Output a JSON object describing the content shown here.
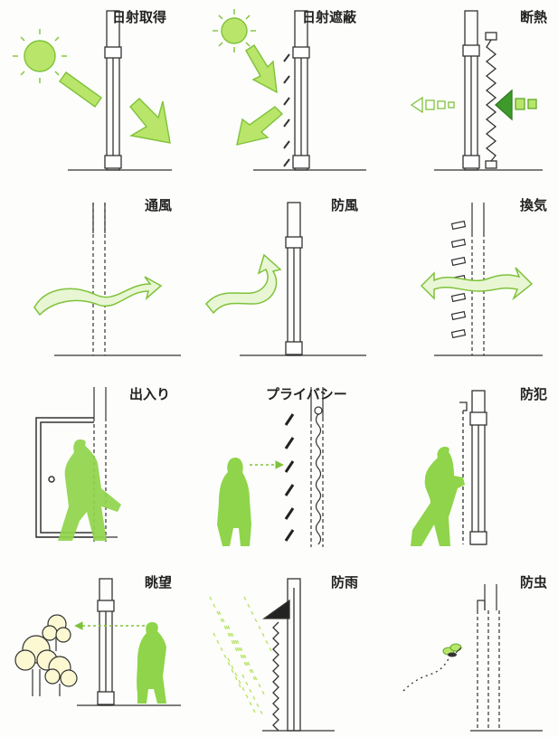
{
  "panels": [
    {
      "id": "solar-gain",
      "label": "日射取得"
    },
    {
      "id": "solar-shade",
      "label": "日射遮蔽"
    },
    {
      "id": "insulation",
      "label": "断熱"
    },
    {
      "id": "ventilation",
      "label": "通風"
    },
    {
      "id": "windproof",
      "label": "防風"
    },
    {
      "id": "air-exchange",
      "label": "換気"
    },
    {
      "id": "entry",
      "label": "出入り"
    },
    {
      "id": "privacy",
      "label": "プライバシー"
    },
    {
      "id": "security",
      "label": "防犯"
    },
    {
      "id": "view",
      "label": "眺望"
    },
    {
      "id": "rainproof",
      "label": "防雨"
    },
    {
      "id": "insect",
      "label": "防虫"
    }
  ],
  "colors": {
    "green": "#9fd94a",
    "green_dark": "#5ea82a",
    "sun": "#b8e56a",
    "line": "#333333",
    "tree": "#fbf8d2"
  }
}
